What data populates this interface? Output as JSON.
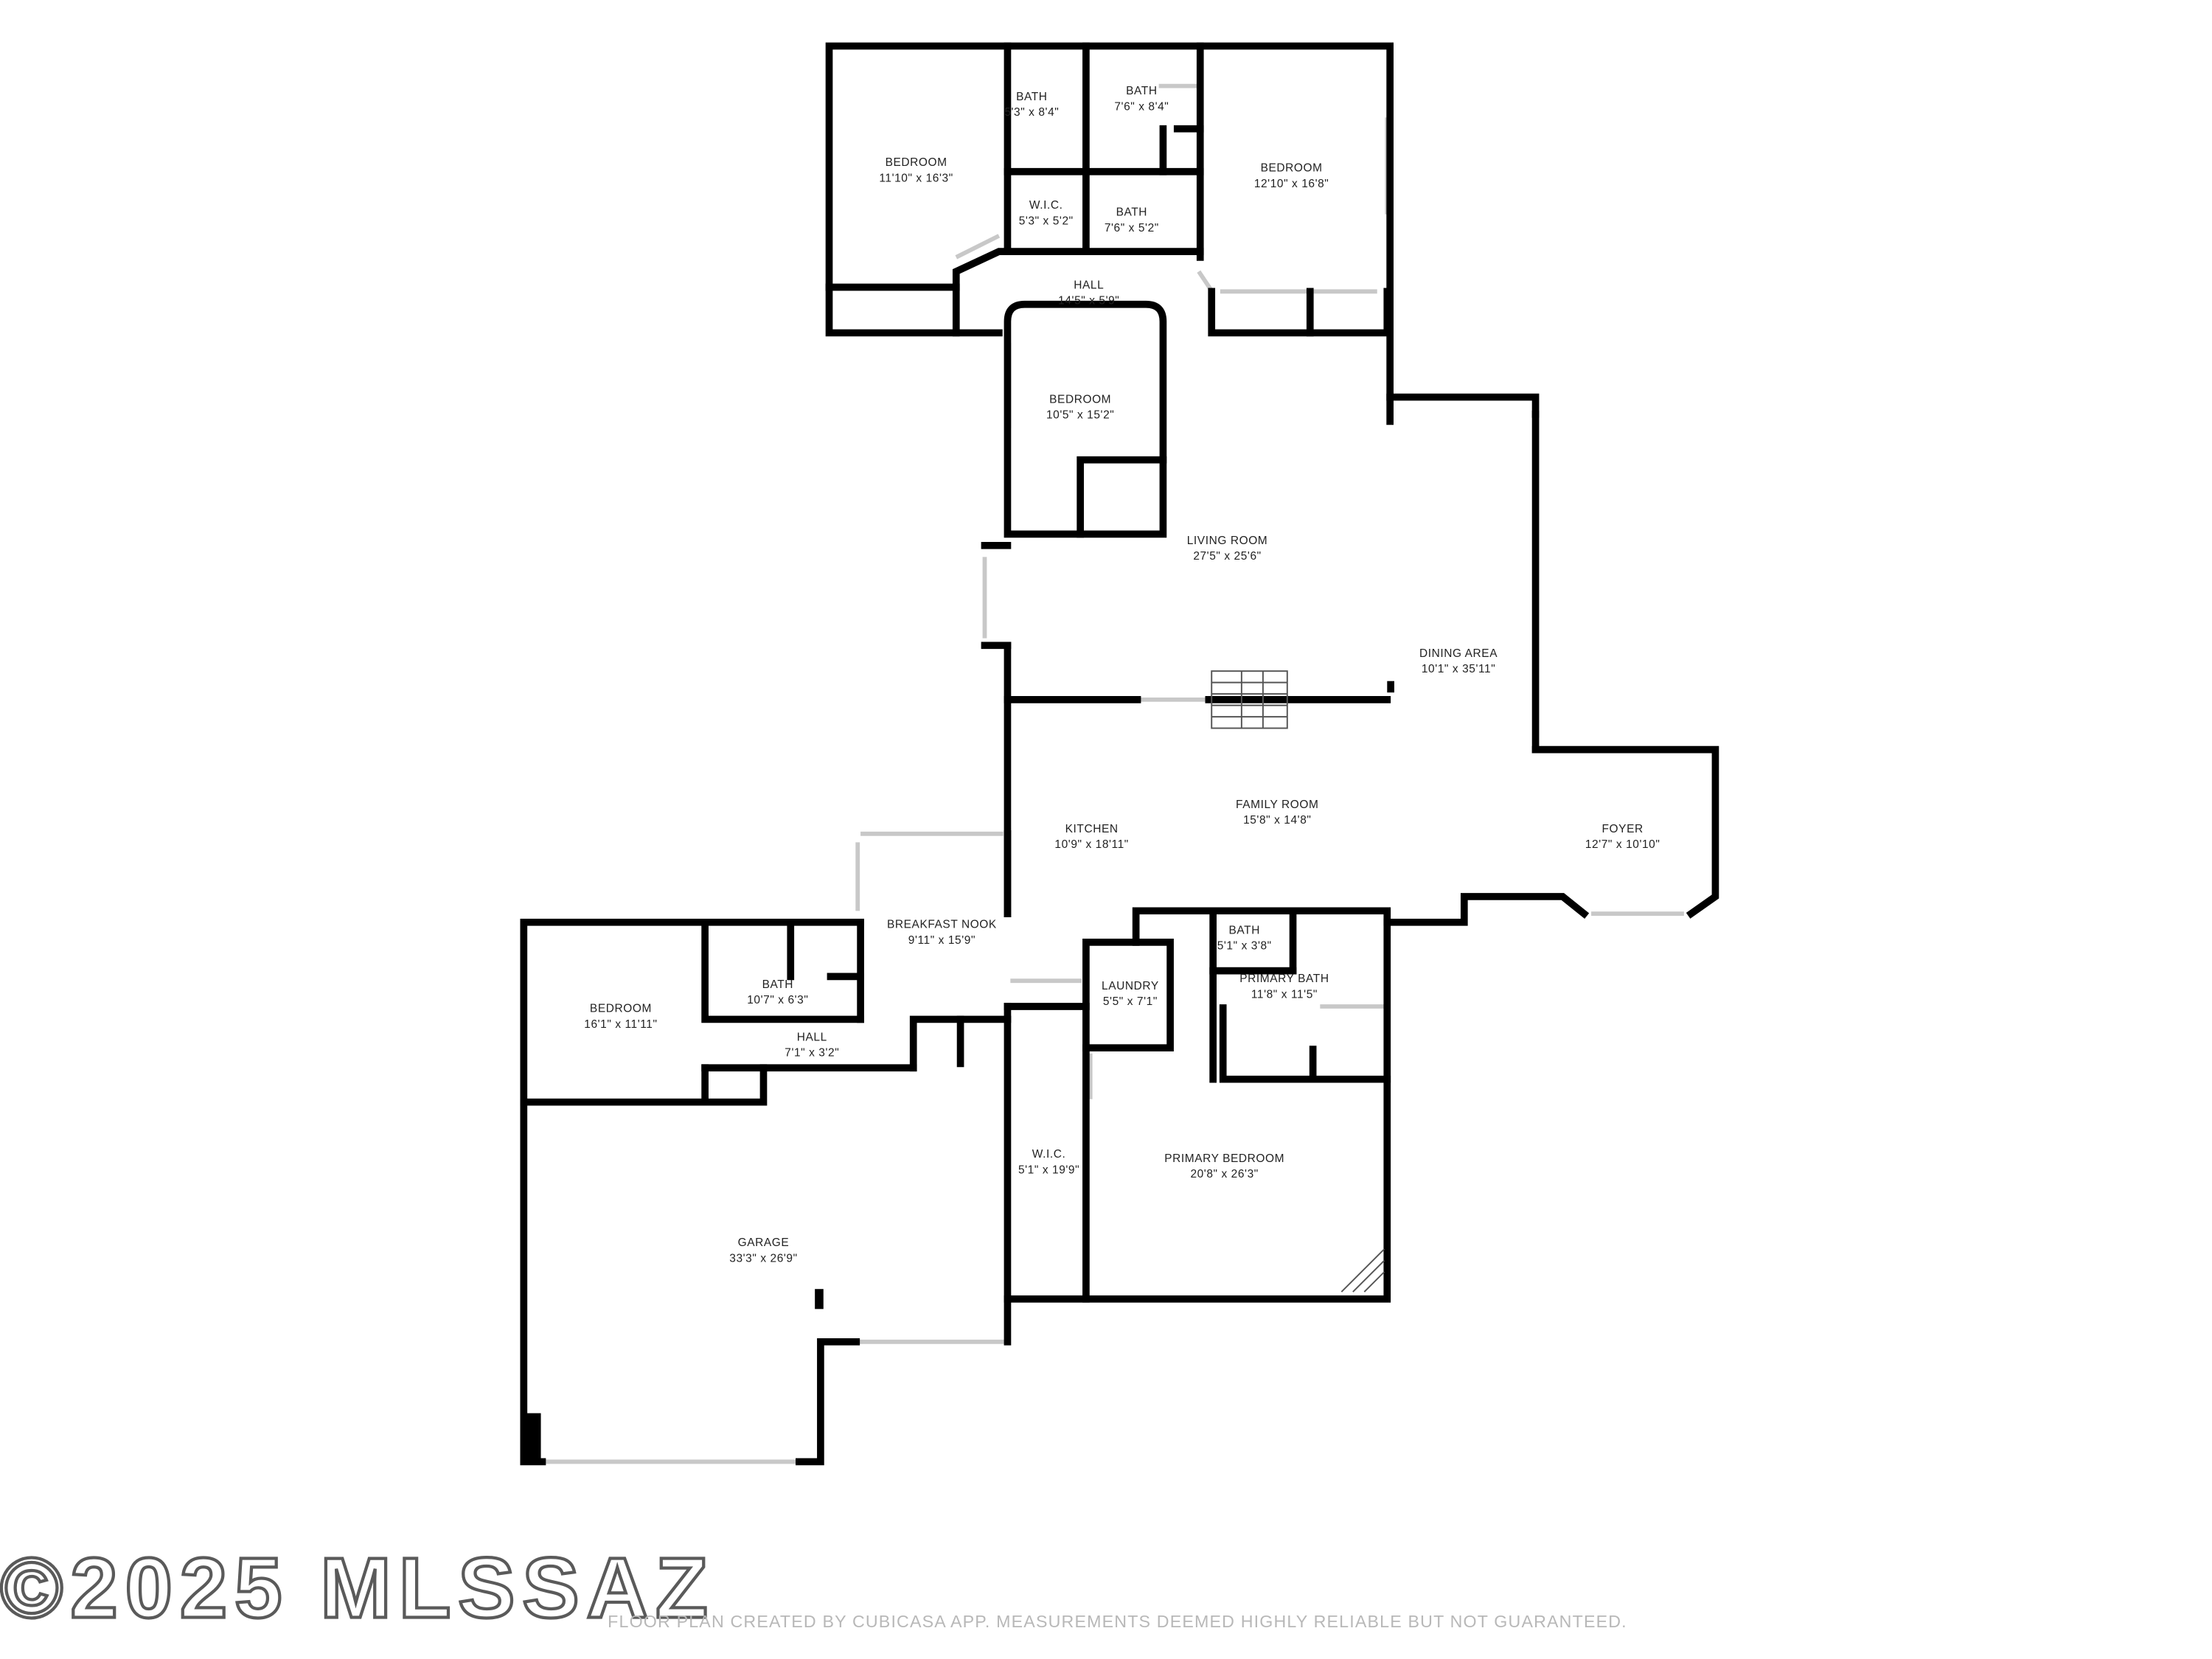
{
  "rooms": [
    {
      "id": "bedroom-nw",
      "name": "BEDROOM",
      "dim": "11'10\" x 16'3\""
    },
    {
      "id": "bath-n1",
      "name": "BATH",
      "dim": "5'3\" x 8'4\""
    },
    {
      "id": "bath-n2",
      "name": "BATH",
      "dim": "7'6\" x 8'4\""
    },
    {
      "id": "bedroom-ne",
      "name": "BEDROOM",
      "dim": "12'10\" x 16'8\""
    },
    {
      "id": "wic-n",
      "name": "W.I.C.",
      "dim": "5'3\" x 5'2\""
    },
    {
      "id": "bath-n3",
      "name": "BATH",
      "dim": "7'6\" x 5'2\""
    },
    {
      "id": "hall-n",
      "name": "HALL",
      "dim": "14'5\" x 5'9\""
    },
    {
      "id": "bedroom-mid",
      "name": "BEDROOM",
      "dim": "10'5\" x 15'2\""
    },
    {
      "id": "living-room",
      "name": "LIVING ROOM",
      "dim": "27'5\" x 25'6\""
    },
    {
      "id": "dining-area",
      "name": "DINING AREA",
      "dim": "10'1\" x 35'11\""
    },
    {
      "id": "kitchen",
      "name": "KITCHEN",
      "dim": "10'9\" x 18'11\""
    },
    {
      "id": "family-room",
      "name": "FAMILY ROOM",
      "dim": "15'8\" x 14'8\""
    },
    {
      "id": "foyer",
      "name": "FOYER",
      "dim": "12'7\" x 10'10\""
    },
    {
      "id": "breakfast-nook",
      "name": "BREAKFAST NOOK",
      "dim": "9'11\" x 15'9\""
    },
    {
      "id": "bath-primary-small",
      "name": "BATH",
      "dim": "5'1\" x 3'8\""
    },
    {
      "id": "primary-bath",
      "name": "PRIMARY BATH",
      "dim": "11'8\" x 11'5\""
    },
    {
      "id": "laundry",
      "name": "LAUNDRY",
      "dim": "5'5\" x 7'1\""
    },
    {
      "id": "bedroom-sw",
      "name": "BEDROOM",
      "dim": "16'1\" x 11'11\""
    },
    {
      "id": "bath-sw",
      "name": "BATH",
      "dim": "10'7\" x 6'3\""
    },
    {
      "id": "hall-s",
      "name": "HALL",
      "dim": "7'1\" x 3'2\""
    },
    {
      "id": "wic-s",
      "name": "W.I.C.",
      "dim": "5'1\" x 19'9\""
    },
    {
      "id": "primary-bedroom",
      "name": "PRIMARY BEDROOM",
      "dim": "20'8\" x 26'3\""
    },
    {
      "id": "garage",
      "name": "GARAGE",
      "dim": "33'3\" x 26'9\""
    }
  ],
  "watermark": "©2025 MLSSAZ",
  "disclaimer": "FLOOR PLAN CREATED BY CUBICASA APP. MEASUREMENTS DEEMED HIGHLY RELIABLE BUT NOT GUARANTEED.",
  "colors": {
    "wall": "#000000",
    "window": "#c8c8c8",
    "text": "#222222",
    "disclaimer": "#b8b8b8",
    "watermark_outline": "#5a5a5a"
  }
}
